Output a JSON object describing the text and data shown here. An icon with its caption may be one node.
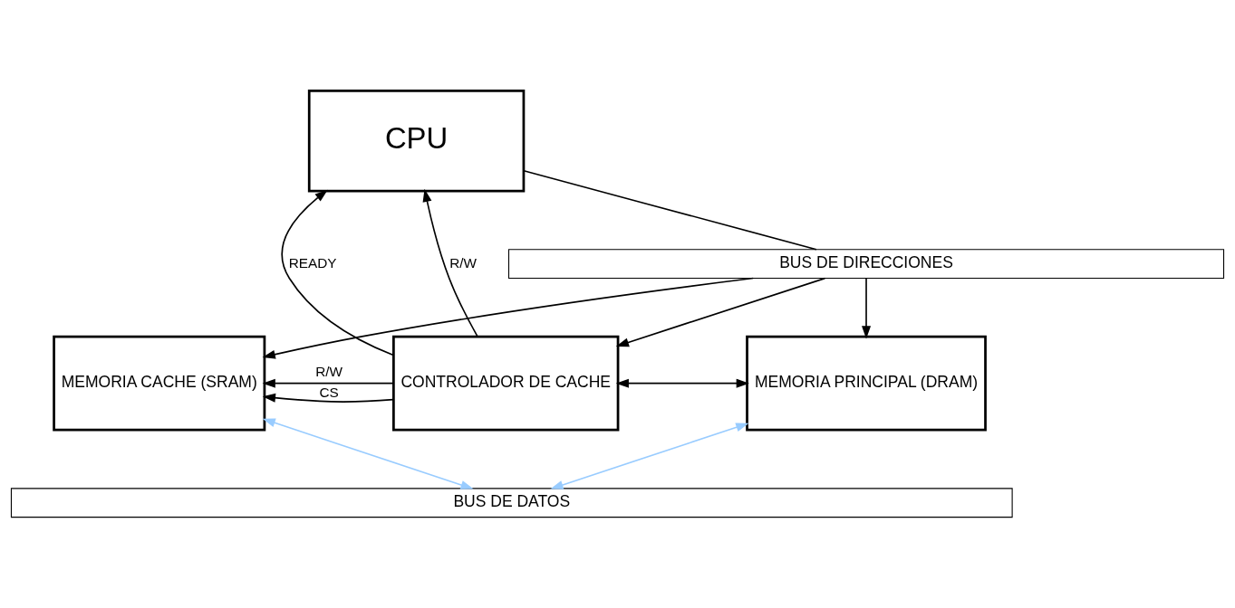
{
  "diagram": {
    "nodes": [
      {
        "text": [
          "CPU"
        ]
      },
      {
        "text": [
          "BUS DE DIRECCIONES"
        ]
      },
      {
        "text": [
          "MEMORIA CACHE (SRAM)"
        ]
      },
      {
        "text": [
          "CONTROLADOR DE CACHE"
        ]
      },
      {
        "text": [
          "MEMORIA PRINCIPAL (DRAM)"
        ]
      },
      {
        "text": [
          "BUS DE DATOS"
        ]
      }
    ],
    "edges": [
      {
        "from": 0,
        "to": 1,
        "arrow": "none"
      },
      {
        "from": 1,
        "to": 2,
        "arrow": "to"
      },
      {
        "from": 1,
        "to": 3,
        "arrow": "to"
      },
      {
        "from": 1,
        "to": 4,
        "arrow": "to"
      },
      {
        "from": 3,
        "to": 0,
        "arrow": "to",
        "label": "READY"
      },
      {
        "from": 3,
        "to": 2,
        "arrow": "to",
        "label": "CS"
      },
      {
        "from": 3,
        "to": 2,
        "arrow": "to",
        "label": "R/W"
      },
      {
        "from": 3,
        "to": 4,
        "arrow": "both"
      },
      {
        "from": 3,
        "to": 0,
        "arrow": "to",
        "label": "R/W"
      },
      {
        "from": 2,
        "to": 5,
        "arrow": "both",
        "color": "#99ccff"
      },
      {
        "from": 4,
        "to": 5,
        "arrow": "both",
        "color": "#99ccff"
      }
    ]
  }
}
